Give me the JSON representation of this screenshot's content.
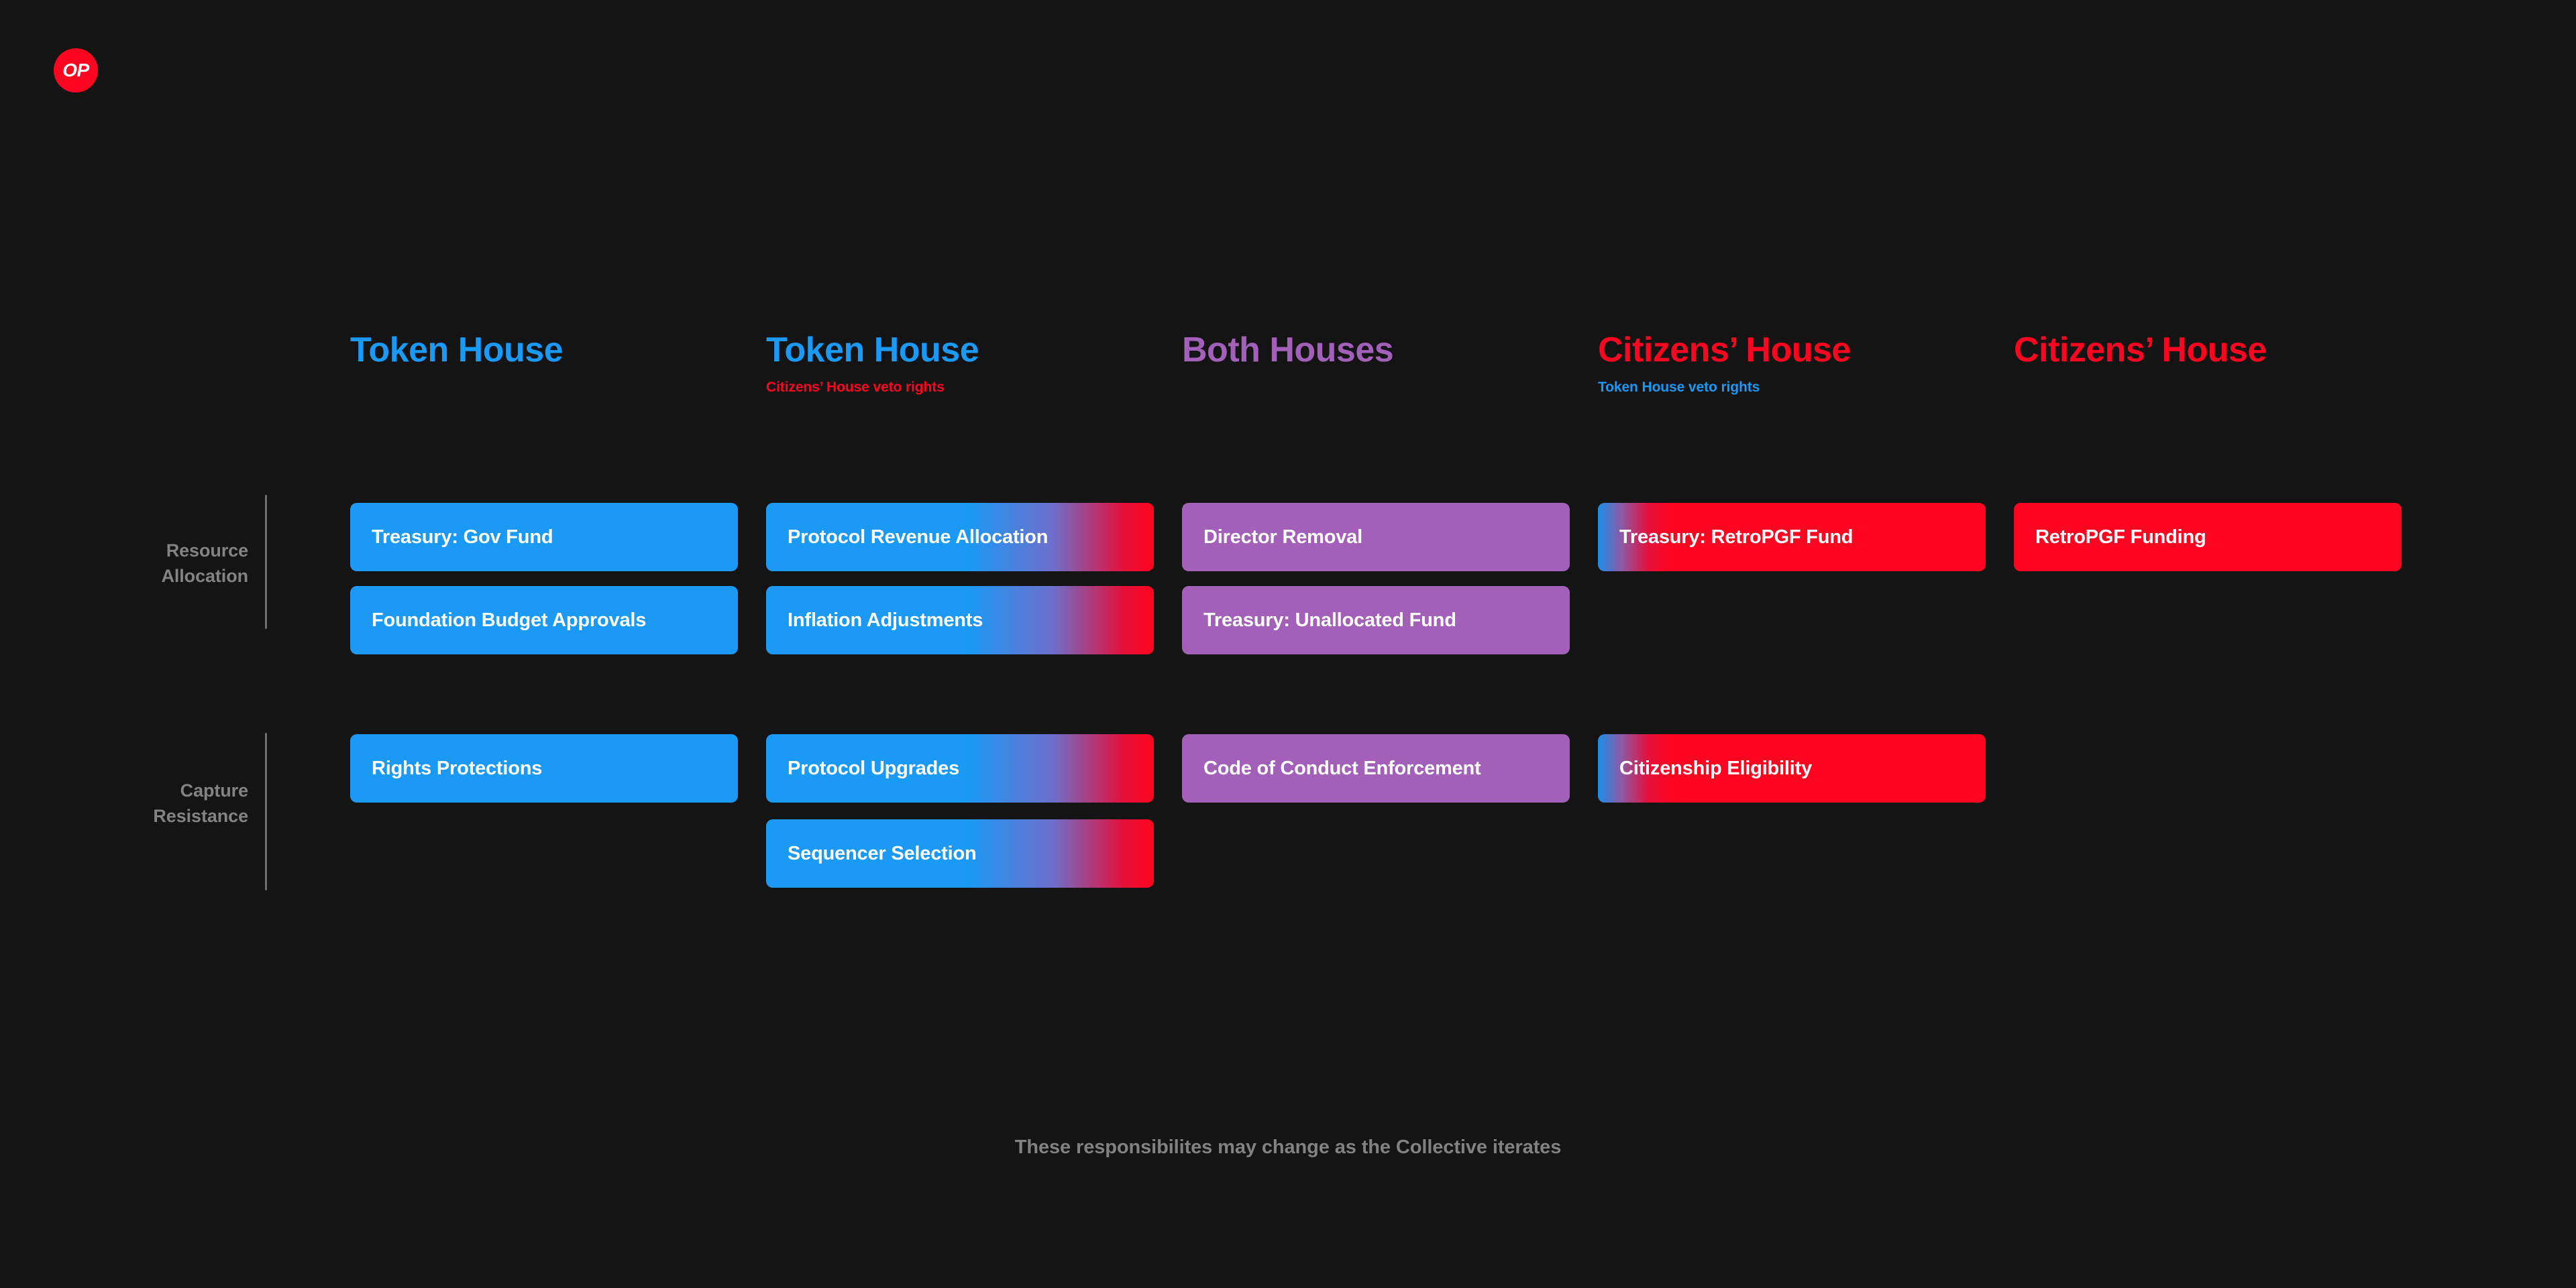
{
  "logo": {
    "text": "OP",
    "color": "#FF0420",
    "name": "optimism-logo"
  },
  "colors": {
    "background": "#141414",
    "token_house_blue": "#1A99F5",
    "citizens_house_red": "#FF0420",
    "both_houses_purple": "#A260B9",
    "muted_text": "#838383",
    "divider": "#6E6E6E"
  },
  "columns": [
    {
      "title": "Token House",
      "title_color": "#1A99F5",
      "subtitle": "",
      "subtitle_color": ""
    },
    {
      "title": "Token House",
      "title_color": "#1A99F5",
      "subtitle": "Citizens’ House veto rights",
      "subtitle_color": "#FF0420"
    },
    {
      "title": "Both Houses",
      "title_color": "#A260B9",
      "subtitle": "",
      "subtitle_color": ""
    },
    {
      "title": "Citizens’ House",
      "title_color": "#FF0420",
      "subtitle": "Token House veto rights",
      "subtitle_color": "#1A99F5"
    },
    {
      "title": "Citizens’ House",
      "title_color": "#FF0420",
      "subtitle": "",
      "subtitle_color": ""
    }
  ],
  "rows": [
    {
      "label_line1": "Resource",
      "label_line2": "Allocation"
    },
    {
      "label_line1": "Capture",
      "label_line2": "Resistance"
    }
  ],
  "chips": {
    "r0c0": [
      "Treasury: Gov Fund",
      "Foundation Budget Approvals"
    ],
    "r0c1": [
      "Protocol Revenue Allocation",
      "Inflation Adjustments"
    ],
    "r0c2": [
      "Director Removal",
      "Treasury: Unallocated Fund"
    ],
    "r0c3": [
      "Treasury: RetroPGF Fund"
    ],
    "r0c4": [
      "RetroPGF Funding"
    ],
    "r1c0": [
      "Rights Protections"
    ],
    "r1c1": [
      "Protocol Upgrades",
      "Sequencer Selection"
    ],
    "r1c2": [
      "Code of Conduct Enforcement"
    ],
    "r1c3": [
      "Citizenship Eligibility"
    ],
    "r1c4": []
  },
  "footer": {
    "note": "These responsibilites may change as the Collective iterates"
  }
}
